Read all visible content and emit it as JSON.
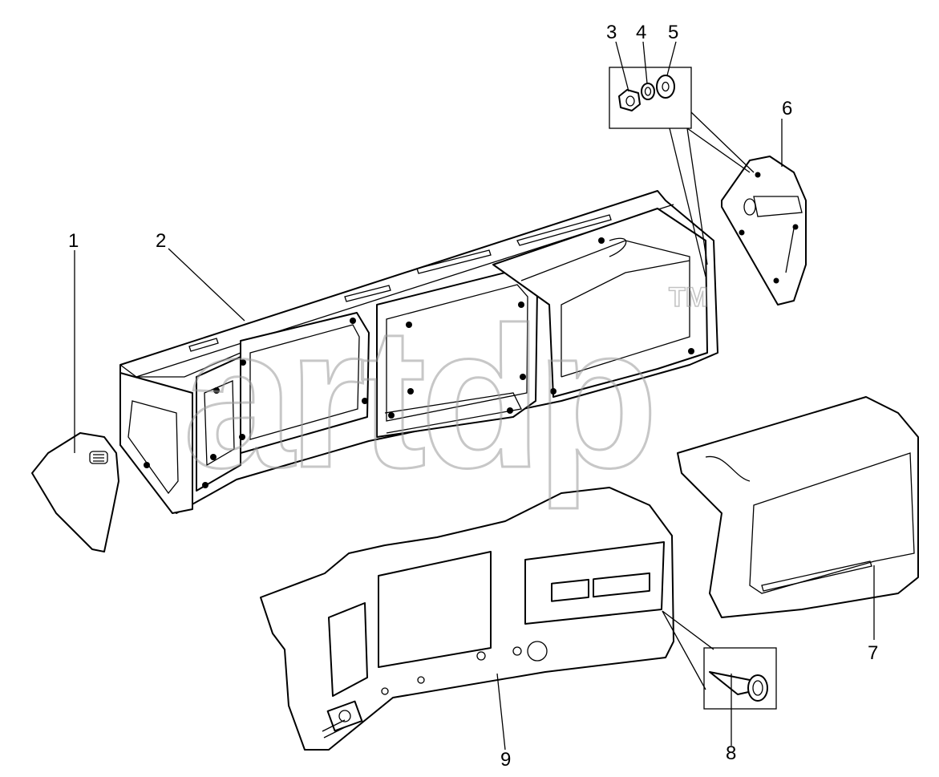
{
  "diagram": {
    "callouts": [
      {
        "id": "1",
        "text": "1"
      },
      {
        "id": "2",
        "text": "2"
      },
      {
        "id": "3",
        "text": "3"
      },
      {
        "id": "4",
        "text": "4"
      },
      {
        "id": "5",
        "text": "5"
      },
      {
        "id": "6",
        "text": "6"
      },
      {
        "id": "7",
        "text": "7"
      },
      {
        "id": "8",
        "text": "8"
      },
      {
        "id": "9",
        "text": "9"
      }
    ],
    "watermark": {
      "text": "artdp",
      "trademark": "TM"
    }
  }
}
